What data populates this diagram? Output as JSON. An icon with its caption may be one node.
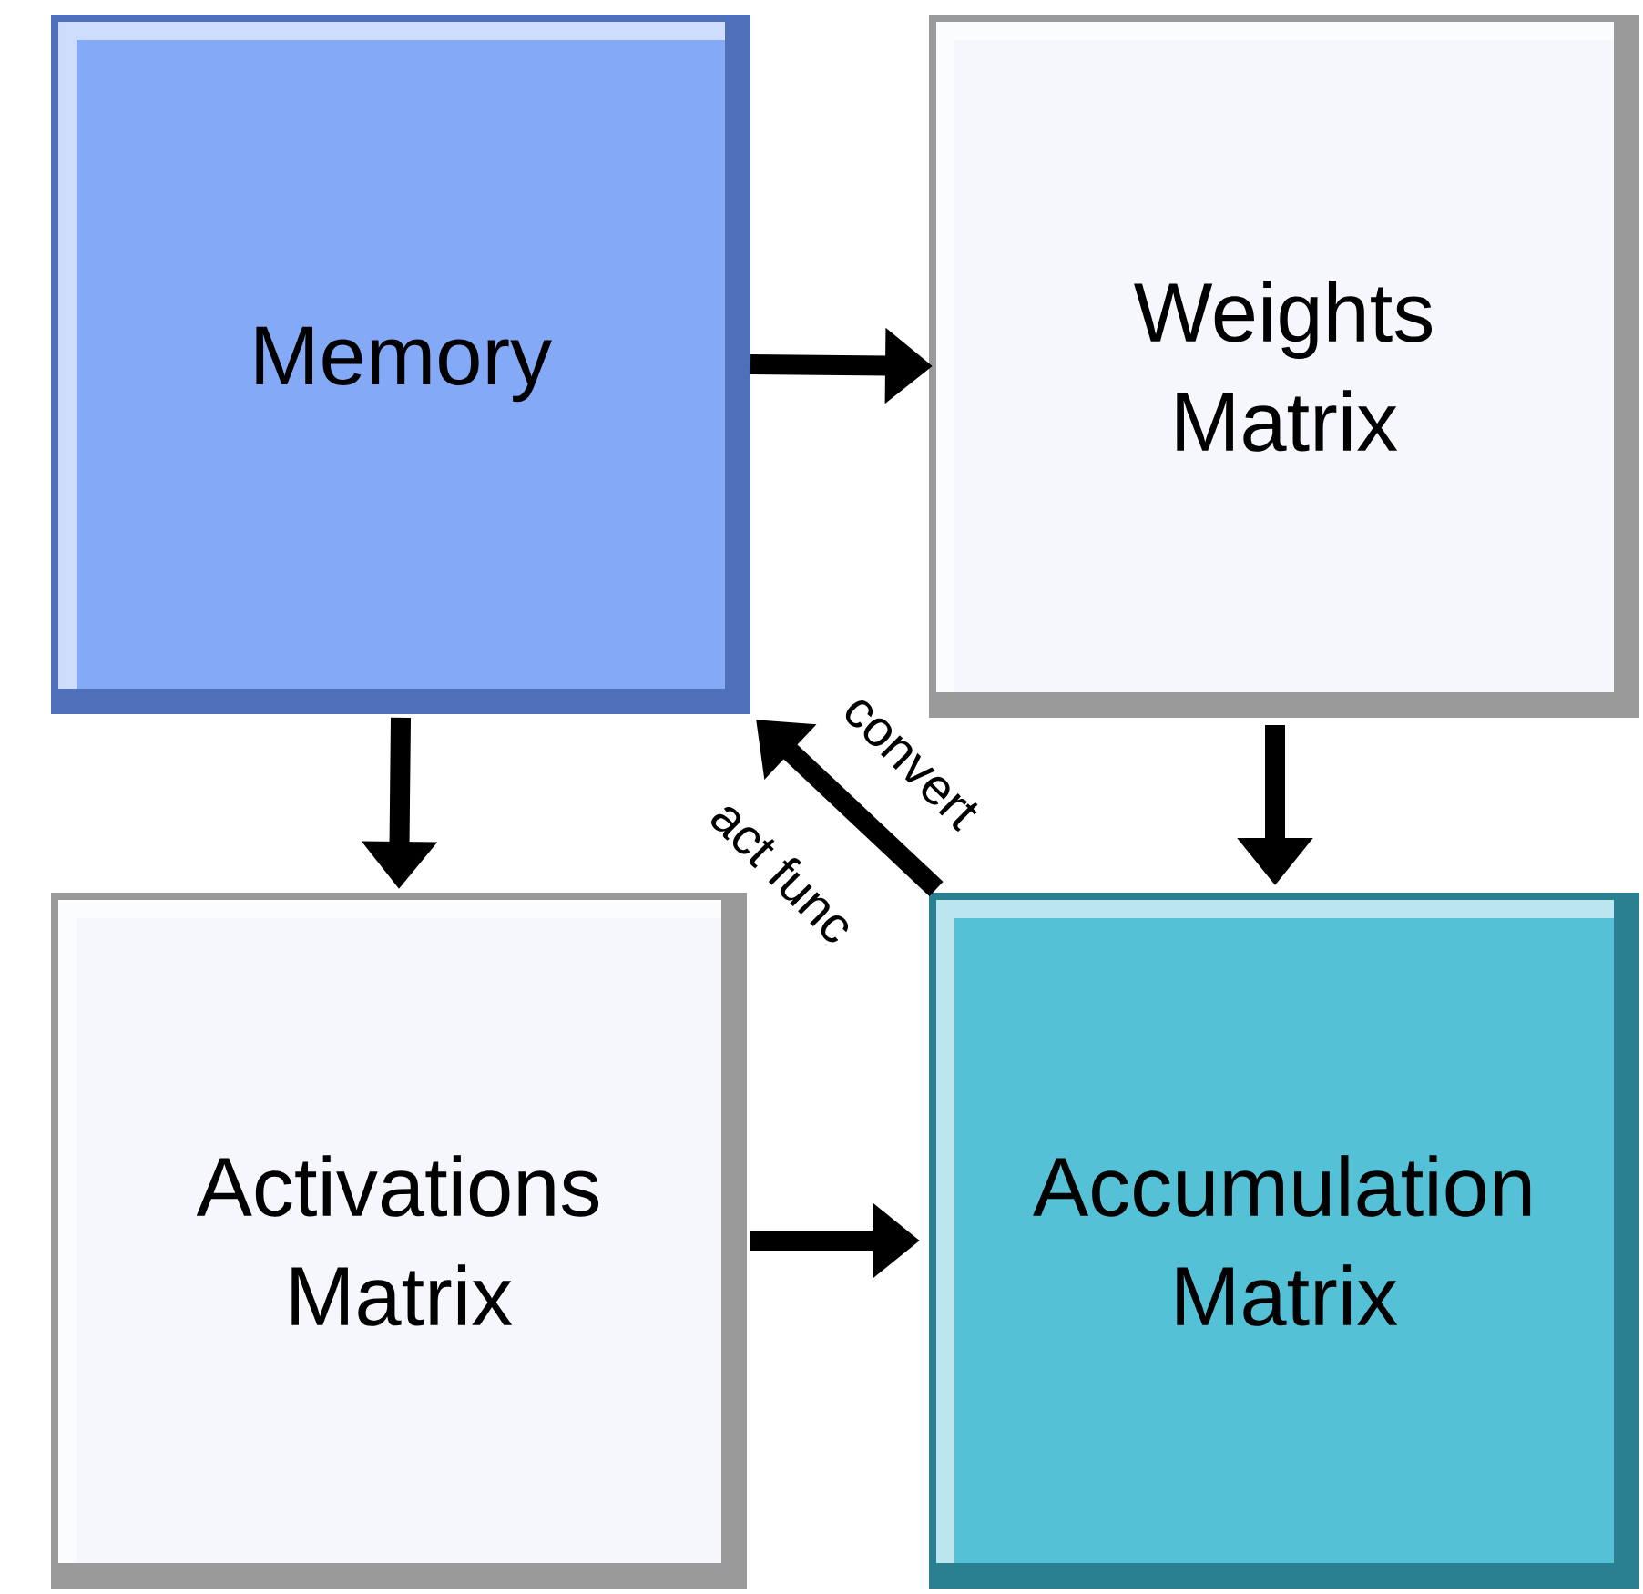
{
  "diagram": {
    "nodes": [
      {
        "text": [
          "Memory"
        ]
      },
      {
        "text": [
          "Weights Matrix"
        ]
      },
      {
        "text": [
          "Activations Matrix"
        ]
      },
      {
        "text": [
          "Accumulation Matrix"
        ]
      }
    ],
    "edges": [
      {
        "from": 0,
        "to": 1,
        "arrow": "to"
      },
      {
        "from": 0,
        "to": 2,
        "arrow": "to"
      },
      {
        "from": 1,
        "to": 3,
        "arrow": "to"
      },
      {
        "from": 2,
        "to": 3,
        "arrow": "to"
      },
      {
        "from": 3,
        "to": 0,
        "arrow": "to",
        "label": "convert"
      }
    ],
    "labels": [
      "act func"
    ]
  }
}
